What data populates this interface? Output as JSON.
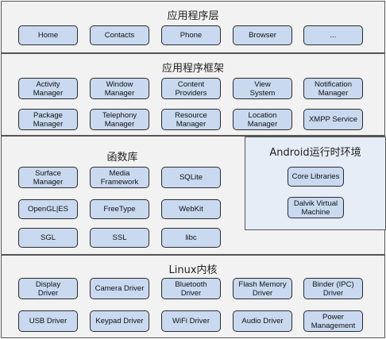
{
  "layers": {
    "applications": {
      "title": "应用程序层",
      "items": [
        "Home",
        "Contacts",
        "Phone",
        "Browser",
        "..."
      ]
    },
    "framework": {
      "title": "应用程序框架",
      "row1": [
        "Activity\nManager",
        "Window\nManager",
        "Content\nProviders",
        "View\nSystem",
        "Notification\nManager"
      ],
      "row2": [
        "Package\nManager",
        "Telephony\nManager",
        "Resource\nManager",
        "Location\nManager",
        "XMPP Service"
      ]
    },
    "libraries": {
      "title": "函数库",
      "row1": [
        "Surface\nManager",
        "Media\nFramework",
        "SQLite"
      ],
      "row2": [
        "OpenGL|ES",
        "FreeType",
        "WebKit"
      ],
      "row3": [
        "SGL",
        "SSL",
        "libc"
      ]
    },
    "runtime": {
      "title": "Android运行时环境",
      "items": [
        "Core Libraries",
        "Dalvik Virtual\nMachine"
      ]
    },
    "kernel": {
      "title": "Linux内核",
      "row1": [
        "Display\nDriver",
        "Camera Driver",
        "Bluetooth\nDriver",
        "Flash Memory\nDriver",
        "Binder (IPC)\nDriver"
      ],
      "row2": [
        "USB Driver",
        "Keypad Driver",
        "WiFi Driver",
        "Audio Driver",
        "Power\nManagement"
      ]
    }
  }
}
